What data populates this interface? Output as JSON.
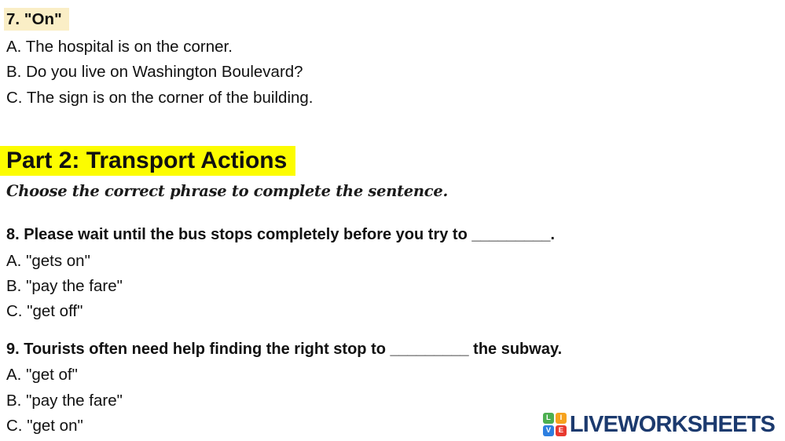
{
  "question7": {
    "title": "7. \"On\"",
    "options": [
      "A. The hospital is on the corner.",
      "B. Do you live on Washington Boulevard?",
      "C. The sign is on the corner of the building."
    ]
  },
  "part2": {
    "heading": "Part 2: Transport Actions",
    "instruction": "Choose the correct phrase to complete the sentence."
  },
  "question8": {
    "title": "8. Please wait until the bus stops completely before you try to _________.",
    "options": [
      "A. \"gets on\"",
      "B. \"pay the fare\"",
      "C. \"get off\""
    ]
  },
  "question9": {
    "title": "9. Tourists often need help finding the right stop to _________ the subway.",
    "options": [
      "A. \"get of\"",
      "B. \"pay the fare\"",
      "C. \"get on\""
    ]
  },
  "logo": {
    "text": "LIVEWORKSHEETS",
    "text_color": "#1c3a6e",
    "grid": [
      {
        "letter": "L",
        "color": "#4caf50"
      },
      {
        "letter": "I",
        "color": "#f6a21e"
      },
      {
        "letter": "V",
        "color": "#2d7fe0"
      },
      {
        "letter": "E",
        "color": "#e8392f"
      }
    ]
  },
  "colors": {
    "highlight_cream": "#faeec6",
    "highlight_yellow": "#fcfc00"
  }
}
